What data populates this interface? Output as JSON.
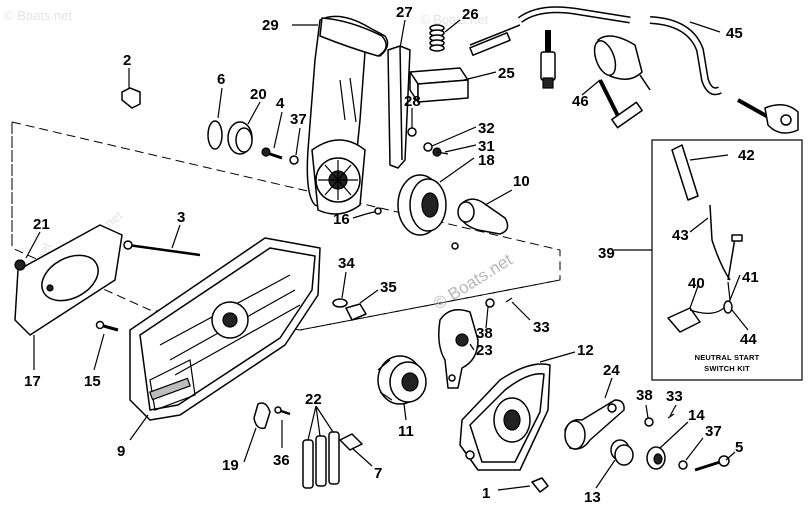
{
  "watermarks": {
    "main": "© Boats.net",
    "faint_top_left": "© Boats.net",
    "faint_top_mid": "© Boats.net",
    "faint_left": "© Boats.net",
    "faint_mid": "© Boats.net"
  },
  "kit_box": {
    "title_line1": "NEUTRAL START",
    "title_line2": "SWITCH KIT"
  },
  "callouts": {
    "c1": "1",
    "c2": "2",
    "c3": "3",
    "c4": "4",
    "c5": "5",
    "c6": "6",
    "c7": "7",
    "c9": "9",
    "c10": "10",
    "c11": "11",
    "c12": "12",
    "c13": "13",
    "c14": "14",
    "c15": "15",
    "c16": "16",
    "c17": "17",
    "c18": "18",
    "c19": "19",
    "c20": "20",
    "c21": "21",
    "c22": "22",
    "c23": "23",
    "c24": "24",
    "c25": "25",
    "c26": "26",
    "c27": "27",
    "c28": "28",
    "c29": "29",
    "c31": "31",
    "c32": "32",
    "c33a": "33",
    "c33b": "33",
    "c34": "34",
    "c35": "35",
    "c36": "36",
    "c37a": "37",
    "c37b": "37",
    "c38a": "38",
    "c38b": "38",
    "c39": "39",
    "c40": "40",
    "c41": "41",
    "c42": "42",
    "c43": "43",
    "c44": "44",
    "c45": "45",
    "c46": "46"
  }
}
